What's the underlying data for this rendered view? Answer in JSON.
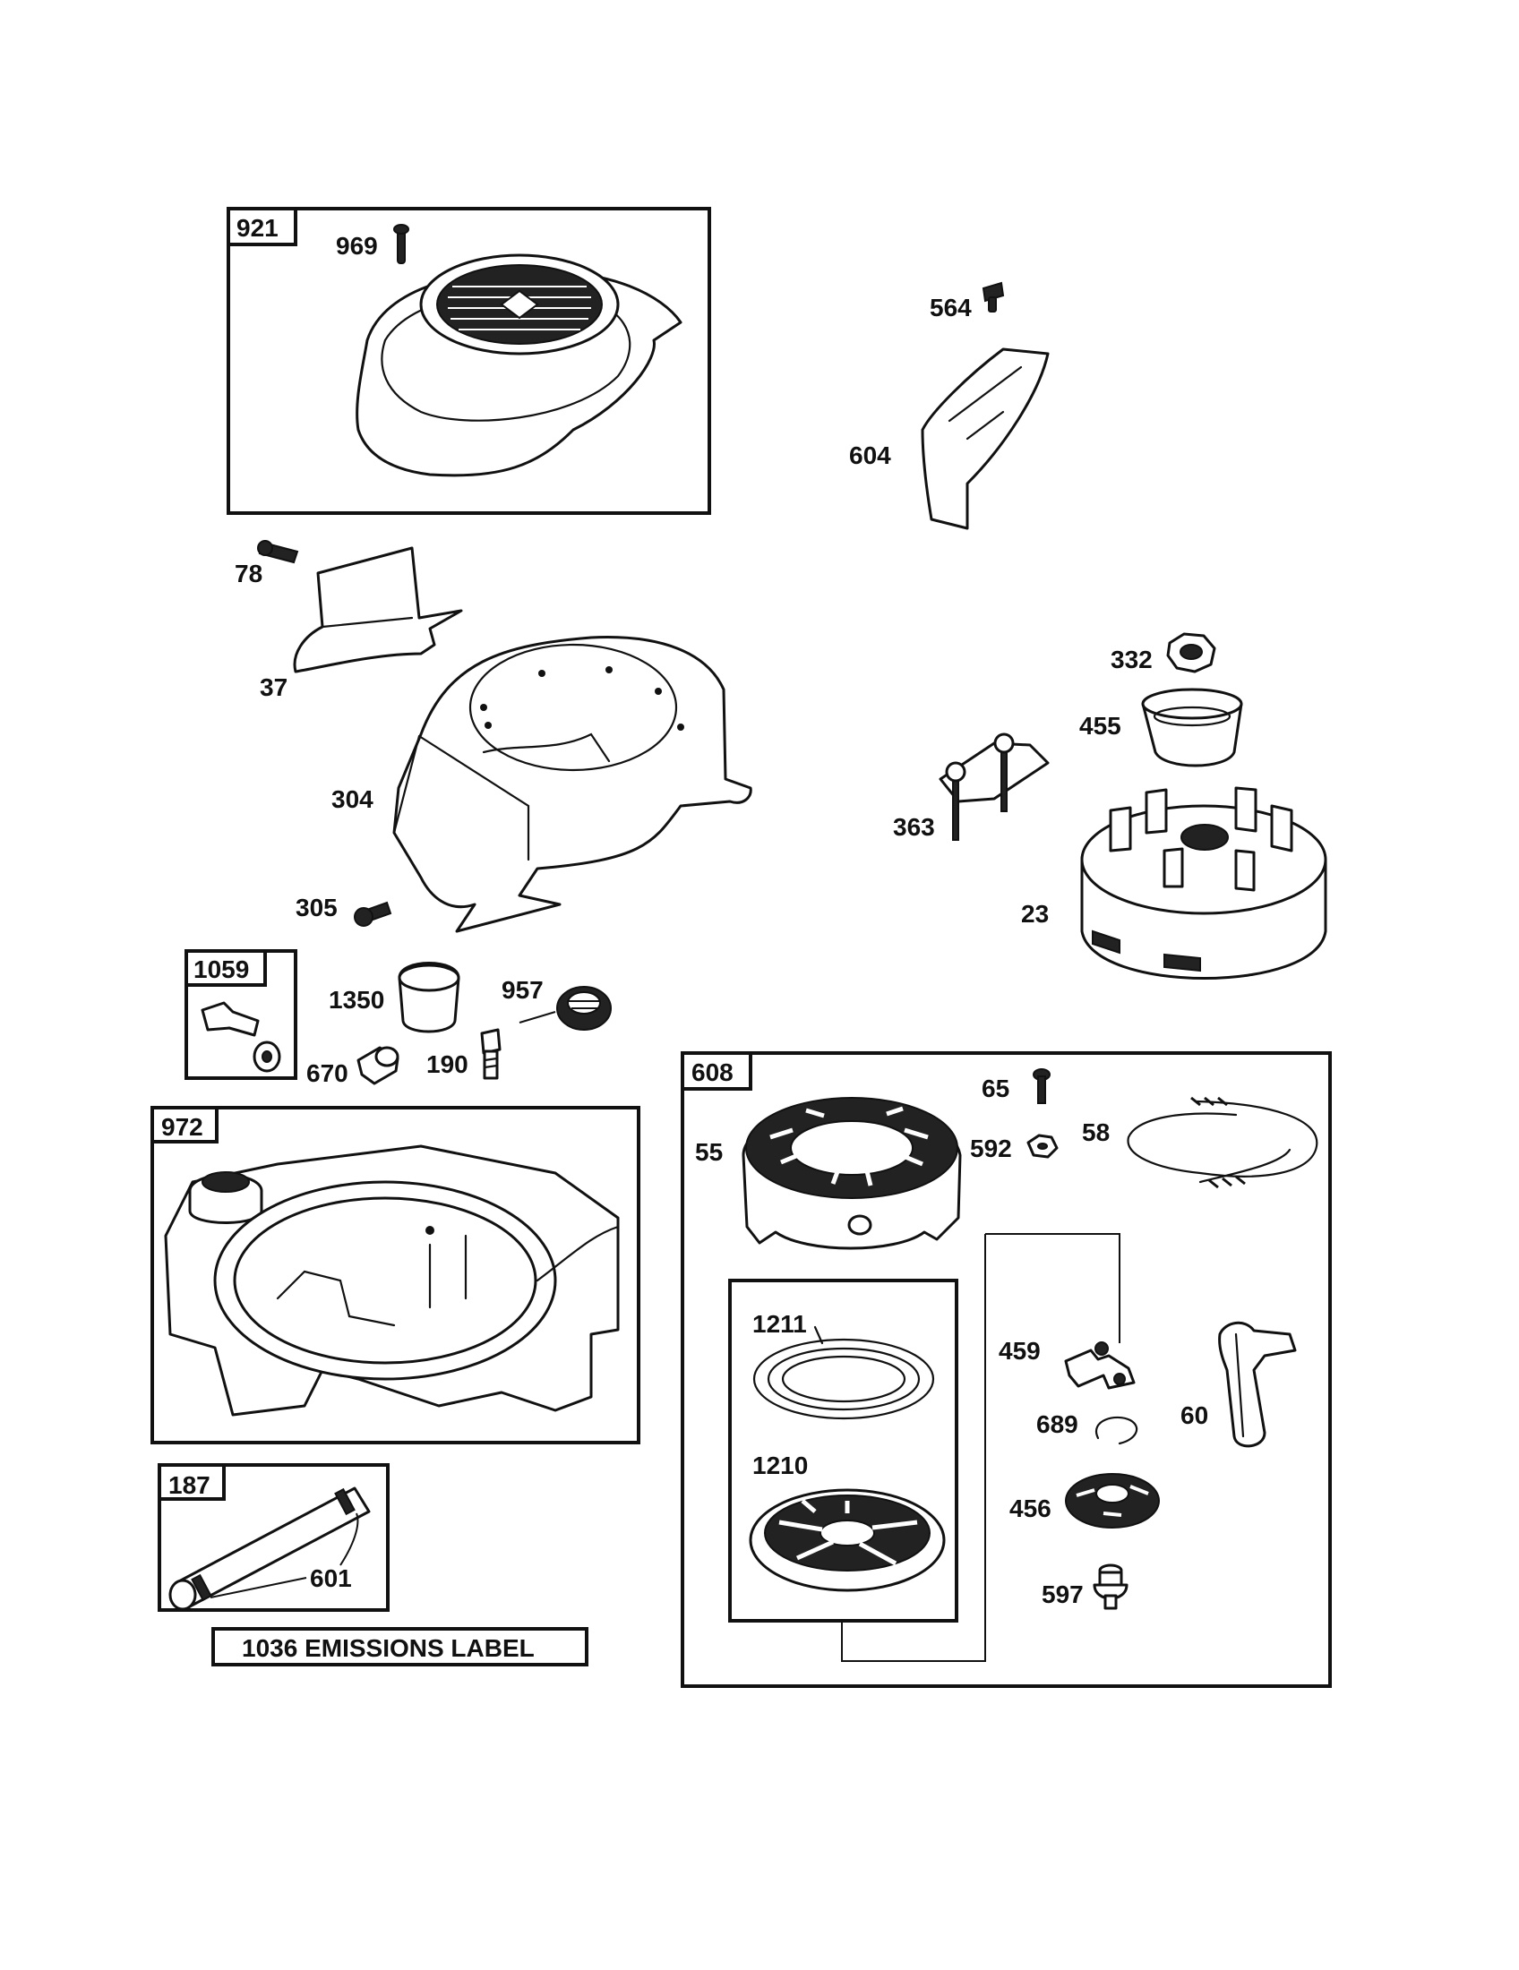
{
  "groups": {
    "g921": "921",
    "g1059": "1059",
    "g972": "972",
    "g187": "187",
    "g608": "608"
  },
  "parts": {
    "p969": "969",
    "p564": "564",
    "p604": "604",
    "p78": "78",
    "p37": "37",
    "p304": "304",
    "p305": "305",
    "p332": "332",
    "p455": "455",
    "p363": "363",
    "p23": "23",
    "p1350": "1350",
    "p957": "957",
    "p670": "670",
    "p190": "190",
    "p65": "65",
    "p592": "592",
    "p58": "58",
    "p55": "55",
    "p1211": "1211",
    "p1210": "1210",
    "p459": "459",
    "p689": "689",
    "p60": "60",
    "p456": "456",
    "p597": "597",
    "p601": "601"
  },
  "emissions_label": "1036 EMISSIONS LABEL"
}
